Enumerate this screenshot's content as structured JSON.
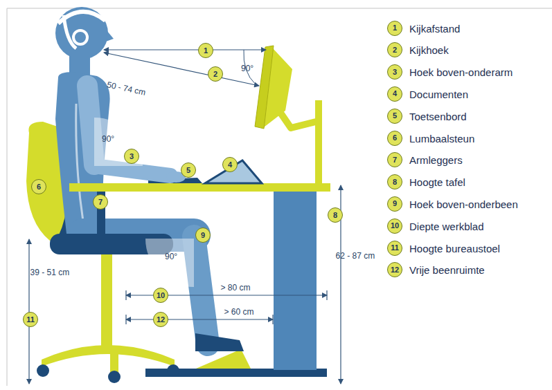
{
  "diagram": {
    "nodes": [
      {
        "text": [
          "1"
        ]
      },
      {
        "text": [
          "2"
        ]
      },
      {
        "text": [
          "3"
        ]
      },
      {
        "text": [
          "4"
        ]
      },
      {
        "text": [
          "5"
        ]
      },
      {
        "text": [
          "6"
        ]
      },
      {
        "text": [
          "7"
        ]
      },
      {
        "text": [
          "8"
        ]
      },
      {
        "text": [
          "9"
        ]
      },
      {
        "text": [
          "10"
        ]
      },
      {
        "text": [
          "11"
        ]
      },
      {
        "text": [
          "12"
        ]
      },
      {
        "text": [
          "1",
          "Kijkafstand"
        ]
      },
      {
        "text": [
          "2",
          "Kijkhoek"
        ]
      },
      {
        "text": [
          "3",
          "Hoek boven-onderarm"
        ]
      },
      {
        "text": [
          "4",
          "Documenten"
        ]
      },
      {
        "text": [
          "5",
          "Toetsenbord"
        ]
      },
      {
        "text": [
          "6",
          "Lumbaalsteun"
        ]
      },
      {
        "text": [
          "7",
          "Armleggers"
        ]
      },
      {
        "text": [
          "8",
          "Hoogte tafel"
        ]
      },
      {
        "text": [
          "9",
          "Hoek boven-onderbeen"
        ]
      },
      {
        "text": [
          "10",
          "Diepte werkblad"
        ]
      },
      {
        "text": [
          "11",
          "Hoogte bureaustoel"
        ]
      },
      {
        "text": [
          "12",
          "Vrije beenruimte"
        ]
      }
    ],
    "labels": [
      "50 - 74 cm",
      "90°",
      "90°",
      "90°",
      "39 - 51 cm",
      "62 - 87 cm",
      "> 80 cm",
      "> 60 cm"
    ]
  }
}
